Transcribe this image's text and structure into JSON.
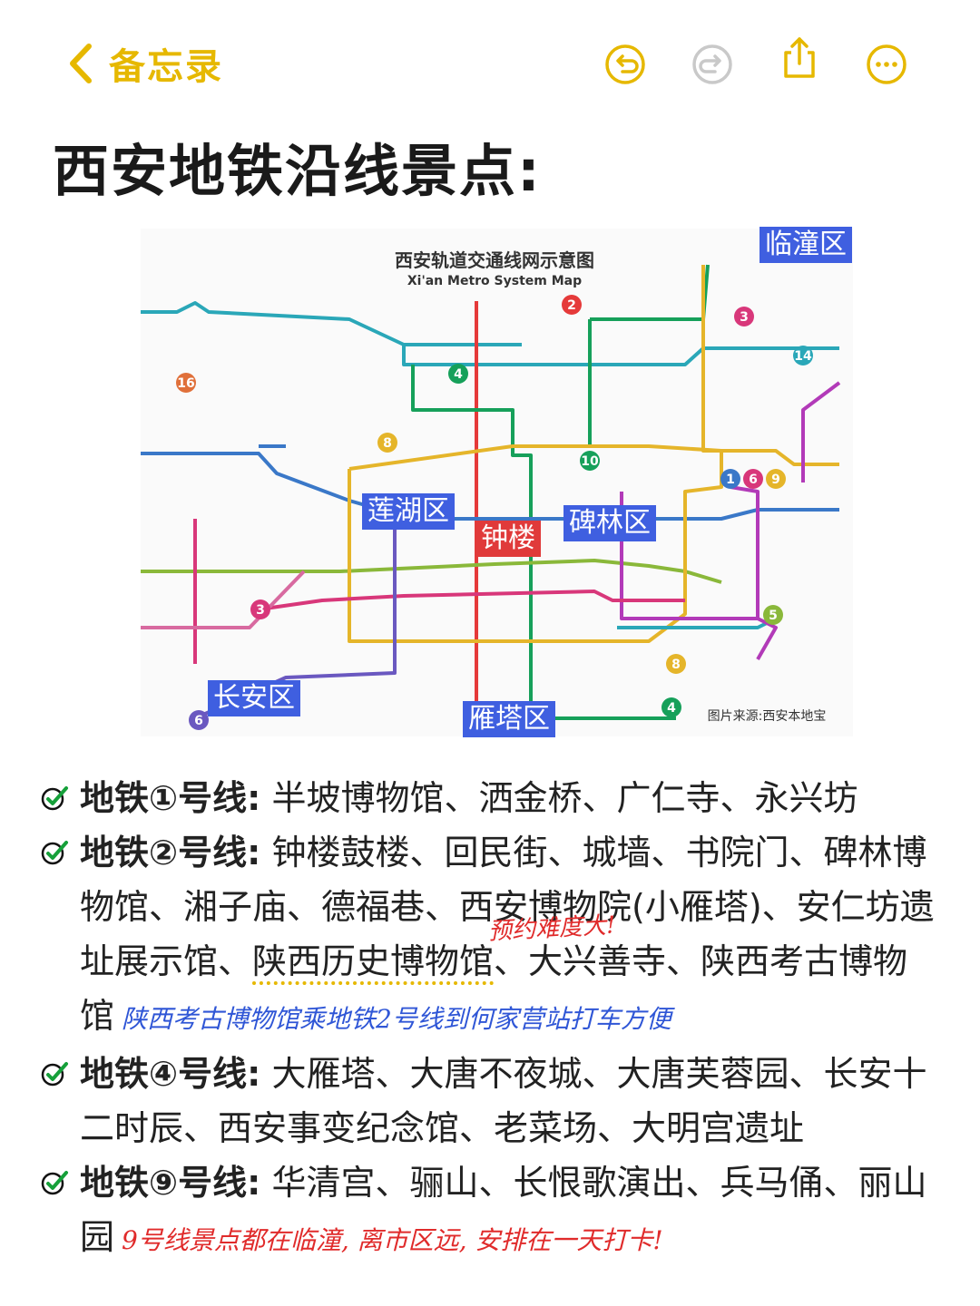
{
  "toolbar": {
    "back_label": "备忘录",
    "accent_color": "#e6b800",
    "icons": [
      "undo-icon",
      "redo-icon",
      "share-icon",
      "more-icon"
    ]
  },
  "note": {
    "title": "西安地铁沿线景点:"
  },
  "map": {
    "title": "西安轨道交通线网示意图",
    "subtitle": "Xi'an Metro System Map",
    "source": "图片来源:西安本地宝",
    "line_numbers": [
      "2",
      "3",
      "4",
      "14",
      "16",
      "8",
      "10",
      "1",
      "6",
      "9",
      "3",
      "5",
      "8",
      "4",
      "6"
    ],
    "districts": {
      "lintong": "临潼区",
      "lianhu": "莲湖区",
      "beilin": "碑林区",
      "zhonglou": "钟楼",
      "changan": "长安区",
      "yanta": "雁塔区"
    }
  },
  "items": [
    {
      "head": "地铁①号线:",
      "text": " 半坡博物馆、洒金桥、广仁寺、永兴坊"
    },
    {
      "head": "地铁②号线:",
      "text_a": " 钟楼鼓楼、回民街、城墙、书院门、碑林博物馆、湘子庙、德福巷、西安博物院(小雁塔)、安仁坊遗址展示馆、",
      "highlight": "陕西历史博物馆",
      "text_b": "、大兴善寺、陕西考古博物馆",
      "note_over": "预约难度大!",
      "note": "陕西考古博物馆乘地铁2号线到何家营站打车方便"
    },
    {
      "head": "地铁④号线:",
      "text": " 大雁塔、大唐不夜城、大唐芙蓉园、长安十二时辰、西安事变纪念馆、老菜场、大明宫遗址"
    },
    {
      "head": "地铁⑨号线:",
      "text": " 华清宫、骊山、长恨歌演出、兵马俑、丽山园",
      "note": "9号线景点都在临潼, 离市区远, 安排在一天打卡!"
    }
  ]
}
